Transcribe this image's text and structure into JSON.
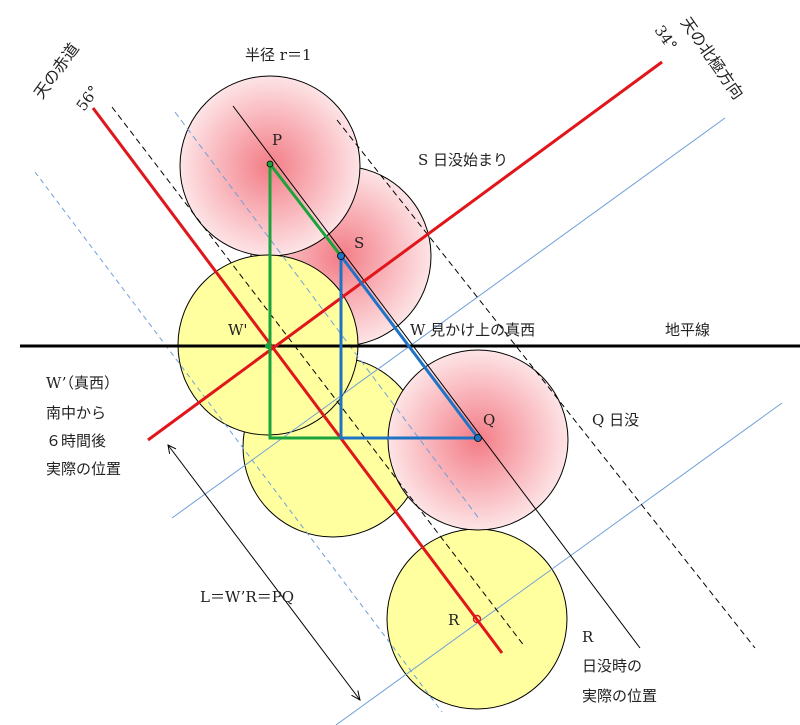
{
  "labels": {
    "equator": "天の赤道",
    "equator_angle": "56°",
    "north_pole": "天の北極方向",
    "north_angle": "34°",
    "radius": "半径 r＝1",
    "p": "P",
    "s": "S",
    "s_desc": "S 日没始まり",
    "w_prime": "W'",
    "w_desc": "W 見かけ上の真西",
    "horizon": "地平線",
    "q": "Q",
    "q_desc": "Q 日没",
    "r": "R",
    "r_desc_1": "R",
    "r_desc_2": "日没時の",
    "r_desc_3": "実際の位置",
    "left_1": "W’（真西）",
    "left_2": "南中から",
    "left_3": "６時間後",
    "left_4": "実際の位置",
    "length": "L＝W’R＝PQ"
  },
  "colors": {
    "pink_center": "#f5808a",
    "pink_edge": "#fde2e4",
    "yellow": "#ffffa0",
    "red": "#e0161b",
    "green": "#1aa33a",
    "blue": "#1f73c4",
    "light_blue": "#6f9fd8"
  }
}
